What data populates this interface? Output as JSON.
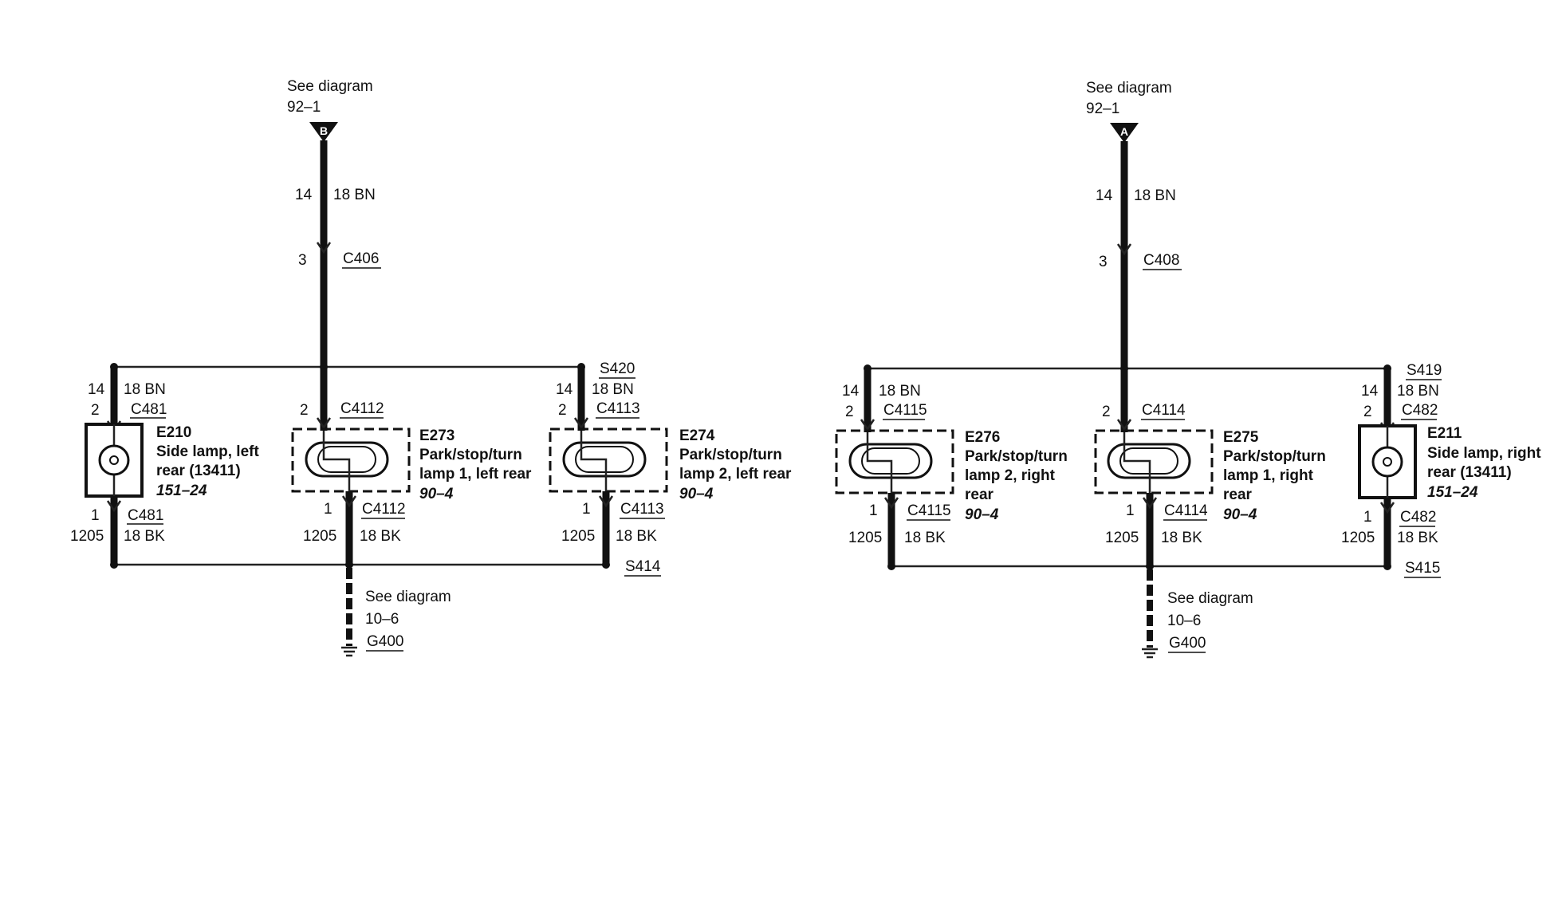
{
  "left": {
    "see_top": "See diagram",
    "see_top_ref": "92–1",
    "flag": "B",
    "circuit": "14",
    "wire": "18 BN",
    "pin": "3",
    "connector": "C406",
    "e210": {
      "splice_circuit": "14",
      "splice_wire": "18 BN",
      "pin_top": "2",
      "conn_top": "C481",
      "id": "E210",
      "desc1": "Side lamp, left",
      "desc2": "rear (13411)",
      "ref": "151–24",
      "pin_bot": "1",
      "conn_bot": "C481",
      "gnd_circuit": "1205",
      "gnd_wire": "18 BK"
    },
    "e273": {
      "pin_top": "2",
      "conn_top": "C4112",
      "id": "E273",
      "desc1": "Park/stop/turn",
      "desc2": "lamp 1, left rear",
      "ref": "90–4",
      "pin_bot": "1",
      "conn_bot": "C4112",
      "gnd_circuit": "1205",
      "gnd_wire": "18 BK"
    },
    "e274": {
      "splice": "S420",
      "splice_circuit": "14",
      "splice_wire": "18 BN",
      "pin_top": "2",
      "conn_top": "C4113",
      "id": "E274",
      "desc1": "Park/stop/turn",
      "desc2": "lamp 2, left rear",
      "ref": "90–4",
      "pin_bot": "1",
      "conn_bot": "C4113",
      "gnd_circuit": "1205",
      "gnd_wire": "18 BK",
      "gnd_splice": "S414"
    },
    "see_bottom": "See diagram",
    "see_bottom_ref": "10–6",
    "ground": "G400"
  },
  "right": {
    "see_top": "See diagram",
    "see_top_ref": "92–1",
    "flag": "A",
    "circuit": "14",
    "wire": "18 BN",
    "pin": "3",
    "connector": "C408",
    "e276": {
      "splice_circuit": "14",
      "splice_wire": "18 BN",
      "pin_top": "2",
      "conn_top": "C4115",
      "id": "E276",
      "desc1": "Park/stop/turn",
      "desc2": "lamp 2, right",
      "desc3": "rear",
      "ref": "90–4",
      "pin_bot": "1",
      "conn_bot": "C4115",
      "gnd_circuit": "1205",
      "gnd_wire": "18 BK"
    },
    "e275": {
      "pin_top": "2",
      "conn_top": "C4114",
      "id": "E275",
      "desc1": "Park/stop/turn",
      "desc2": "lamp 1, right",
      "desc3": "rear",
      "ref": "90–4",
      "pin_bot": "1",
      "conn_bot": "C4114",
      "gnd_circuit": "1205",
      "gnd_wire": "18 BK"
    },
    "e211": {
      "splice": "S419",
      "splice_circuit": "14",
      "splice_wire": "18 BN",
      "pin_top": "2",
      "conn_top": "C482",
      "id": "E211",
      "desc1": "Side lamp, right",
      "desc2": "rear (13411)",
      "ref": "151–24",
      "pin_bot": "1",
      "conn_bot": "C482",
      "gnd_circuit": "1205",
      "gnd_wire": "18 BK",
      "gnd_splice": "S415"
    },
    "see_bottom": "See diagram",
    "see_bottom_ref": "10–6",
    "ground": "G400"
  }
}
